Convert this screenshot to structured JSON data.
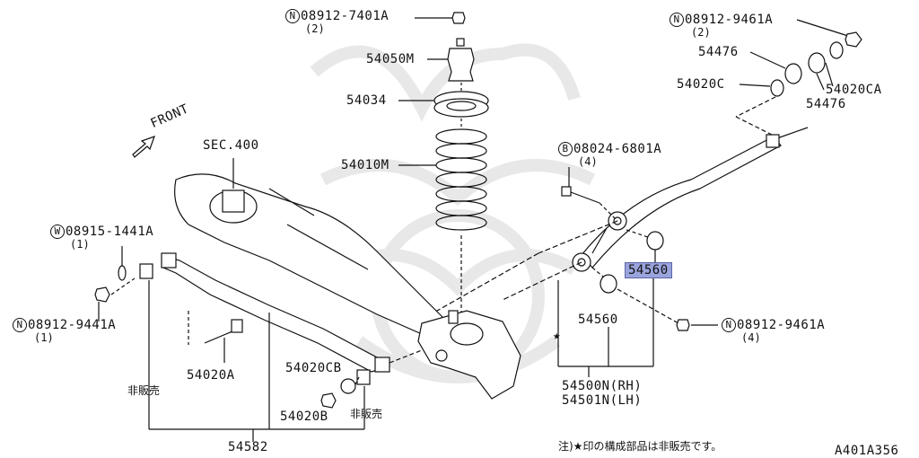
{
  "diagram": {
    "id_code": "A401A356",
    "watermark": "emblem-watermark",
    "colors": {
      "line": "#111111",
      "highlight": "#9aa4dc",
      "watermark": "#e6e6e6"
    },
    "parts": {
      "p1": {
        "prefix": "N",
        "number": "08912-7401A",
        "qty": "(2)"
      },
      "p2": {
        "number": "54050M"
      },
      "p3": {
        "number": "54034"
      },
      "p4": {
        "number": "54010M"
      },
      "p5": {
        "prefix": "N",
        "number": "08912-9461A",
        "qty": "(2)"
      },
      "p6": {
        "number": "54476"
      },
      "p7": {
        "number": "54020C"
      },
      "p8": {
        "number": "54020CA"
      },
      "p9": {
        "number": "54476"
      },
      "p10": {
        "prefix": "B",
        "number": "08024-6801A",
        "qty": "(4)"
      },
      "p11": {
        "number": "SEC.400"
      },
      "p12": {
        "prefix": "W",
        "number": "08915-1441A",
        "qty": "(1)"
      },
      "p13": {
        "prefix": "N",
        "number": "08912-9441A",
        "qty": "(1)"
      },
      "p14": {
        "number": "54560",
        "highlighted": true
      },
      "p15": {
        "number": "54560"
      },
      "p16": {
        "prefix": "N",
        "number": "08912-9461A",
        "qty": "(4)"
      },
      "p17": {
        "number": "54020A"
      },
      "p18": {
        "number": "54020CB"
      },
      "p19": {
        "number": "54020B"
      },
      "p20": {
        "number": "54500N(RH)"
      },
      "p21": {
        "number": "54501N(LH)"
      },
      "p22": {
        "number": "54582"
      }
    },
    "front_label": "FRONT",
    "not_sold_1": "非販売",
    "not_sold_2": "非販売",
    "star": "★",
    "footnote": "注)★印の構成部品は非販売です。"
  }
}
